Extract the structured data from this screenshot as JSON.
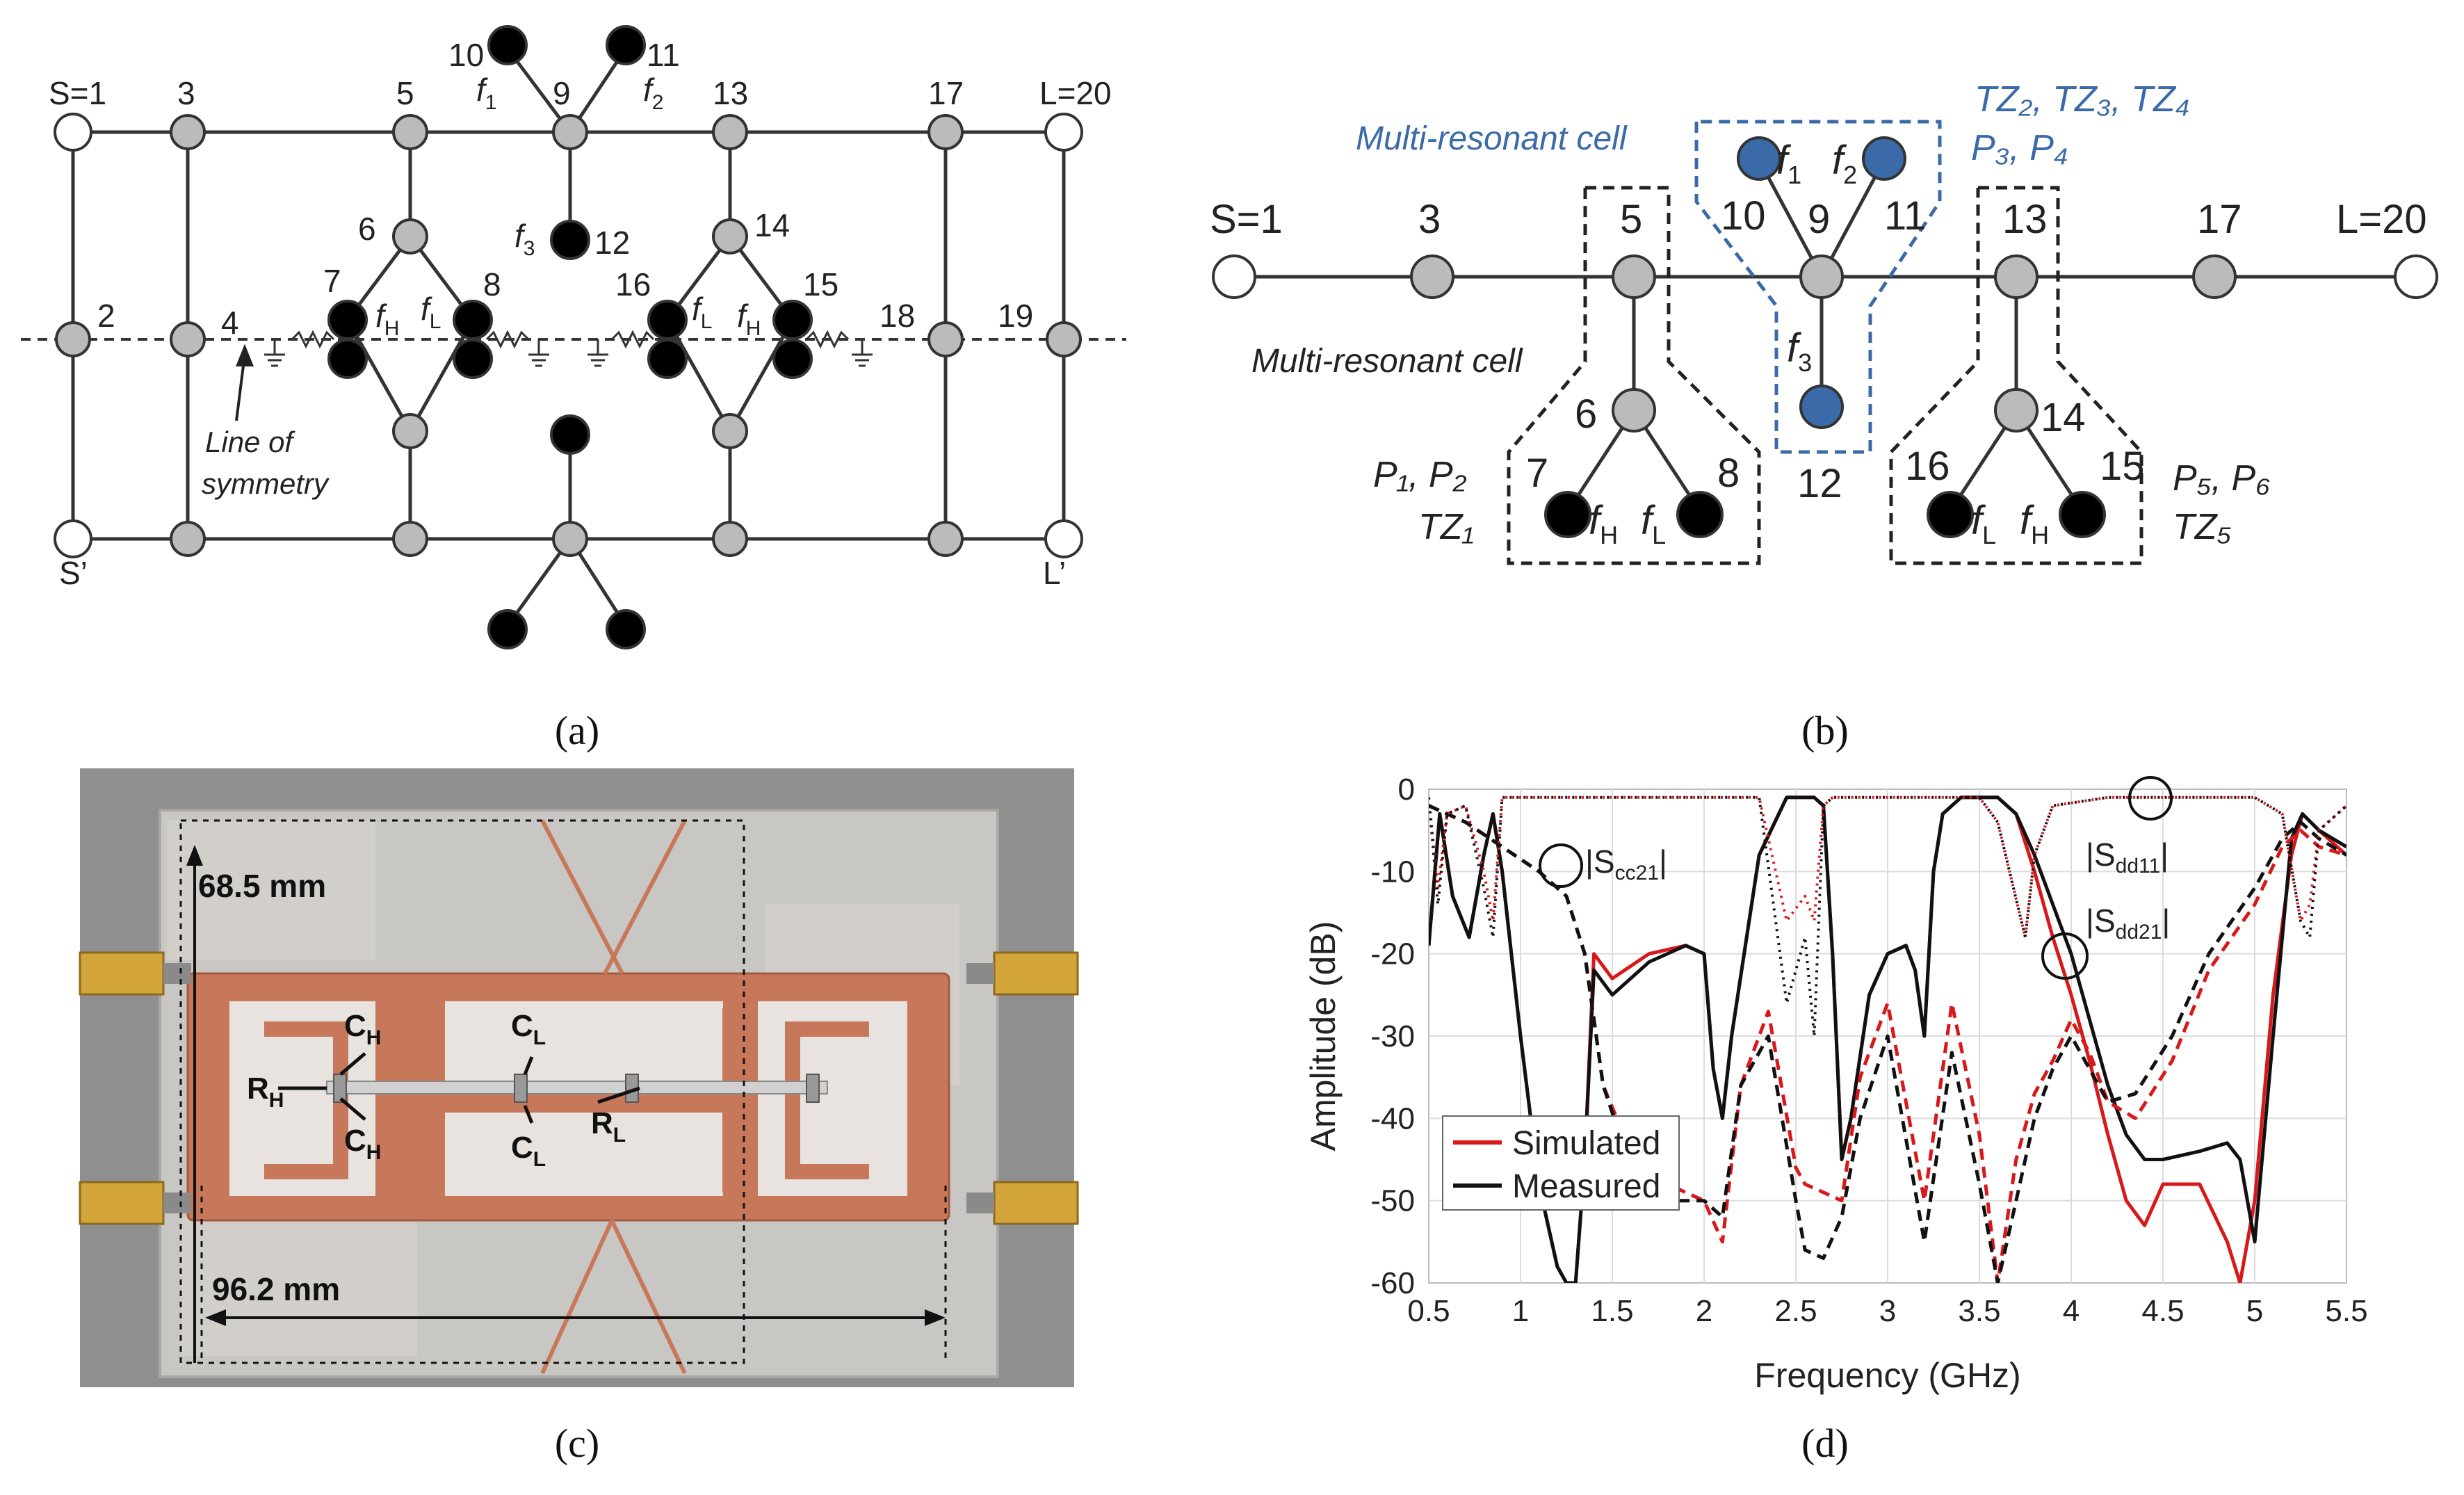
{
  "panel_a": {
    "caption": "(a)",
    "nodes": {
      "s": "S=1",
      "n3": "3",
      "n5": "5",
      "n9": "9",
      "n13": "13",
      "n17": "17",
      "l": "L=20",
      "n10": "10",
      "n11": "11",
      "n12": "12",
      "n6": "6",
      "n14": "14",
      "n2": "2",
      "n4": "4",
      "n7": "7",
      "n8": "8",
      "n16": "16",
      "n15": "15",
      "n18": "18",
      "n19": "19",
      "sp": "S’",
      "lp": "L’"
    },
    "f1": "f",
    "f1_sub": "1",
    "f2": "f",
    "f2_sub": "2",
    "f3": "f",
    "f3_sub": "3",
    "fh": "f",
    "fh_sub": "H",
    "fl": "f",
    "fl_sub": "L",
    "symmetry_line1": "Line of",
    "symmetry_line2": "symmetry"
  },
  "panel_b": {
    "caption": "(b)",
    "nodes": {
      "s": "S=1",
      "n3": "3",
      "n5": "5",
      "n9": "9",
      "n13": "13",
      "n17": "17",
      "l": "L=20",
      "n10": "10",
      "n11": "11",
      "n12": "12",
      "n6": "6",
      "n14": "14",
      "n7": "7",
      "n8": "8",
      "n16": "16",
      "n15": "15"
    },
    "multi_cell_top": "Multi-resonant cell",
    "multi_cell_left": "Multi-resonant cell",
    "tz_top": "TZ₂, TZ₃, TZ₄",
    "p_top": "P₃, P₄",
    "p_left": "P₁, P₂",
    "tz_left": "TZ₁",
    "p_right": "P₅, P₆",
    "tz_right": "TZ₅",
    "f": "f",
    "sub1": "1",
    "sub2": "2",
    "sub3": "3",
    "subH": "H",
    "subL": "L"
  },
  "panel_c": {
    "caption": "(c)",
    "height_dim": "68.5 mm",
    "width_dim": "96.2 mm",
    "ch_top": "C",
    "ch_bot": "C",
    "cl_top": "C",
    "cl_bot": "C",
    "rh": "R",
    "rl": "R",
    "sub_h": "H",
    "sub_l": "L"
  },
  "panel_d": {
    "caption": "(d)",
    "legend_sim": "Simulated",
    "legend_meas": "Measured",
    "label_scc21": "|S",
    "label_scc21_sub": "cc21",
    "label_sdd11": "|S",
    "label_sdd11_sub": "dd11",
    "label_sdd21": "|S",
    "label_sdd21_sub": "dd21",
    "close_bar": "|"
  },
  "chart_data": {
    "type": "line",
    "xlabel": "Frequency (GHz)",
    "ylabel": "Amplitude (dB)",
    "xlim": [
      0.5,
      5.5
    ],
    "ylim": [
      -60,
      0
    ],
    "xticks": [
      "0.5",
      "1",
      "1.5",
      "2",
      "2.5",
      "3",
      "3.5",
      "4",
      "4.5",
      "5",
      "5.5"
    ],
    "yticks": [
      "0",
      "-10",
      "-20",
      "-30",
      "-40",
      "-50",
      "-60"
    ],
    "grid": true,
    "legend_position": "bottom-left",
    "colors": {
      "simulated": "#d7191c",
      "measured": "#111111"
    },
    "series": [
      {
        "name": "Simulated",
        "style": "solid",
        "x": [
          0.5,
          0.56,
          0.63,
          0.72,
          0.8,
          0.85,
          0.9,
          1.0,
          1.1,
          1.2,
          1.25,
          1.3,
          1.35,
          1.4,
          1.5,
          1.7,
          1.9,
          2.0,
          2.05,
          2.1,
          2.15,
          2.3,
          2.45,
          2.5,
          2.6,
          2.65,
          2.7,
          2.75,
          2.8,
          2.9,
          3.0,
          3.1,
          3.15,
          3.2,
          3.25,
          3.3,
          3.4,
          3.6,
          3.7,
          3.8,
          3.9,
          4.0,
          4.1,
          4.2,
          4.3,
          4.4,
          4.5,
          4.7,
          4.85,
          4.92,
          5.0,
          5.1,
          5.2,
          5.26,
          5.35,
          5.5
        ],
        "y": [
          -19,
          -3,
          -13,
          -18,
          -8,
          -3,
          -10,
          -30,
          -48,
          -58,
          -60,
          -60,
          -45,
          -20,
          -23,
          -20,
          -19,
          -20,
          -34,
          -40,
          -30,
          -8,
          -1,
          -1,
          -1,
          -2,
          -20,
          -45,
          -40,
          -25,
          -20,
          -19,
          -22,
          -30,
          -10,
          -3,
          -1,
          -1,
          -3,
          -10,
          -18,
          -25,
          -33,
          -42,
          -50,
          -53,
          -48,
          -48,
          -55,
          -60,
          -50,
          -25,
          -8,
          -3,
          -5,
          -8
        ]
      },
      {
        "name": "Measured",
        "style": "solid",
        "x": [
          0.5,
          0.56,
          0.63,
          0.72,
          0.8,
          0.85,
          0.9,
          1.0,
          1.1,
          1.2,
          1.25,
          1.3,
          1.35,
          1.4,
          1.5,
          1.7,
          1.9,
          2.0,
          2.05,
          2.1,
          2.15,
          2.3,
          2.45,
          2.5,
          2.6,
          2.65,
          2.7,
          2.75,
          2.8,
          2.9,
          3.0,
          3.1,
          3.15,
          3.2,
          3.25,
          3.3,
          3.4,
          3.6,
          3.7,
          3.8,
          3.9,
          4.0,
          4.1,
          4.2,
          4.3,
          4.4,
          4.5,
          4.7,
          4.85,
          4.92,
          5.0,
          5.1,
          5.2,
          5.26,
          5.35,
          5.5
        ],
        "y": [
          -19,
          -3,
          -13,
          -18,
          -8,
          -3,
          -10,
          -30,
          -48,
          -58,
          -60,
          -60,
          -45,
          -22,
          -25,
          -21,
          -19,
          -20,
          -34,
          -40,
          -30,
          -8,
          -1,
          -1,
          -1,
          -2,
          -20,
          -45,
          -40,
          -25,
          -20,
          -19,
          -22,
          -30,
          -10,
          -3,
          -1,
          -1,
          -3,
          -8,
          -14,
          -20,
          -28,
          -36,
          -42,
          -45,
          -45,
          -44,
          -43,
          -45,
          -55,
          -30,
          -6,
          -3,
          -5,
          -7
        ]
      },
      {
        "name": "Simulated",
        "style": "dashed",
        "x": [
          0.5,
          0.7,
          0.9,
          1.1,
          1.25,
          1.35,
          1.45,
          1.6,
          1.8,
          2.0,
          2.1,
          2.2,
          2.35,
          2.5,
          2.55,
          2.65,
          2.75,
          2.85,
          3.0,
          3.2,
          3.35,
          3.5,
          3.6,
          3.7,
          3.8,
          3.9,
          4.0,
          4.1,
          4.2,
          4.35,
          4.55,
          4.75,
          5.0,
          5.15,
          5.25,
          5.35,
          5.5
        ],
        "y": [
          -2,
          -4,
          -7,
          -10,
          -13,
          -20,
          -36,
          -44,
          -48,
          -50,
          -55,
          -36,
          -27,
          -46,
          -48,
          -49,
          -50,
          -35,
          -26,
          -50,
          -26,
          -42,
          -60,
          -45,
          -37,
          -33,
          -28,
          -32,
          -38,
          -40,
          -33,
          -22,
          -14,
          -7,
          -5,
          -7,
          -8
        ]
      },
      {
        "name": "Measured",
        "style": "dashed",
        "x": [
          0.5,
          0.7,
          0.9,
          1.1,
          1.25,
          1.35,
          1.45,
          1.6,
          1.8,
          2.0,
          2.1,
          2.2,
          2.35,
          2.5,
          2.55,
          2.65,
          2.75,
          2.85,
          3.0,
          3.2,
          3.35,
          3.5,
          3.6,
          3.7,
          3.8,
          3.9,
          4.0,
          4.1,
          4.2,
          4.35,
          4.55,
          4.75,
          5.0,
          5.15,
          5.25,
          5.35,
          5.5
        ],
        "y": [
          -2,
          -4,
          -7,
          -10,
          -13,
          -20,
          -36,
          -46,
          -50,
          -50,
          -52,
          -36,
          -30,
          -50,
          -56,
          -57,
          -52,
          -40,
          -30,
          -55,
          -32,
          -48,
          -60,
          -50,
          -40,
          -34,
          -30,
          -34,
          -38,
          -37,
          -30,
          -20,
          -12,
          -6,
          -4,
          -6,
          -8
        ]
      },
      {
        "name": "Simulated",
        "style": "dotted",
        "x": [
          0.5,
          0.55,
          0.6,
          0.7,
          0.8,
          0.85,
          0.9,
          1.0,
          1.4,
          2.0,
          2.3,
          2.45,
          2.55,
          2.6,
          2.65,
          2.7,
          2.75,
          2.8,
          3.0,
          3.5,
          3.6,
          3.75,
          3.8,
          3.9,
          4.2,
          5.0,
          5.15,
          5.25,
          5.3,
          5.35,
          5.5
        ],
        "y": [
          -1,
          -12,
          -3,
          -2,
          -10,
          -16,
          -1,
          -1,
          -1,
          -1,
          -1,
          -16,
          -13,
          -16,
          -2,
          -1,
          -1,
          -1,
          -1,
          -1,
          -4,
          -18,
          -8,
          -2,
          -1,
          -1,
          -3,
          -16,
          -14,
          -5,
          -2
        ]
      },
      {
        "name": "Measured",
        "style": "dotted",
        "x": [
          0.5,
          0.55,
          0.6,
          0.7,
          0.8,
          0.85,
          0.9,
          1.0,
          1.4,
          2.0,
          2.3,
          2.45,
          2.55,
          2.6,
          2.65,
          2.7,
          2.75,
          2.8,
          3.0,
          3.5,
          3.6,
          3.75,
          3.8,
          3.9,
          4.2,
          5.0,
          5.15,
          5.25,
          5.3,
          5.35,
          5.5
        ],
        "y": [
          -1,
          -14,
          -3,
          -2,
          -12,
          -18,
          -1,
          -1,
          -1,
          -1,
          -1,
          -26,
          -18,
          -30,
          -2,
          -1,
          -1,
          -1,
          -1,
          -1,
          -4,
          -18,
          -8,
          -2,
          -1,
          -1,
          -3,
          -16,
          -18,
          -5,
          -2
        ]
      }
    ]
  }
}
